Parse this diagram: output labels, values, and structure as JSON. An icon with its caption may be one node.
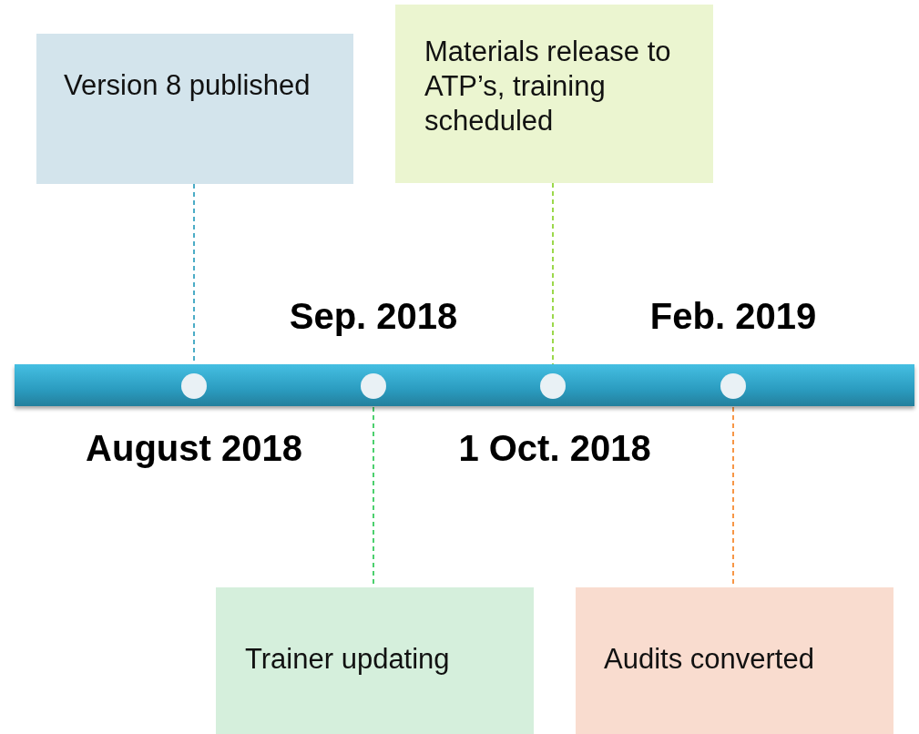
{
  "diagram": {
    "nodes": [
      {
        "text": [
          "Version 8 published"
        ]
      },
      {
        "text": [
          "Materials release to ATP’s, training scheduled"
        ]
      },
      {
        "text": [
          "Trainer updating"
        ]
      },
      {
        "text": [
          "Audits converted"
        ]
      },
      {
        "text": [],
        "shape": "bar"
      },
      {
        "text": [],
        "shape": "circle",
        "in": 4,
        "beside": [
          "August 2018"
        ]
      },
      {
        "text": [],
        "shape": "circle",
        "in": 4,
        "beside": [
          "Sep. 2018"
        ]
      },
      {
        "text": [],
        "shape": "circle",
        "in": 4,
        "beside": [
          "1 Oct. 2018"
        ]
      },
      {
        "text": [],
        "shape": "circle",
        "in": 4,
        "beside": [
          "Feb. 2019"
        ]
      }
    ],
    "edges": [
      {
        "from": 0,
        "to": 5,
        "arrow": "none",
        "style": "dashed",
        "color": "#4bacc6"
      },
      {
        "from": 6,
        "to": 2,
        "arrow": "none",
        "style": "dashed",
        "color": "#4cd06e"
      },
      {
        "from": 1,
        "to": 7,
        "arrow": "none",
        "style": "dashed",
        "color": "#9bd84b"
      },
      {
        "from": 8,
        "to": 3,
        "arrow": "none",
        "style": "dashed",
        "color": "#f79646"
      }
    ]
  }
}
